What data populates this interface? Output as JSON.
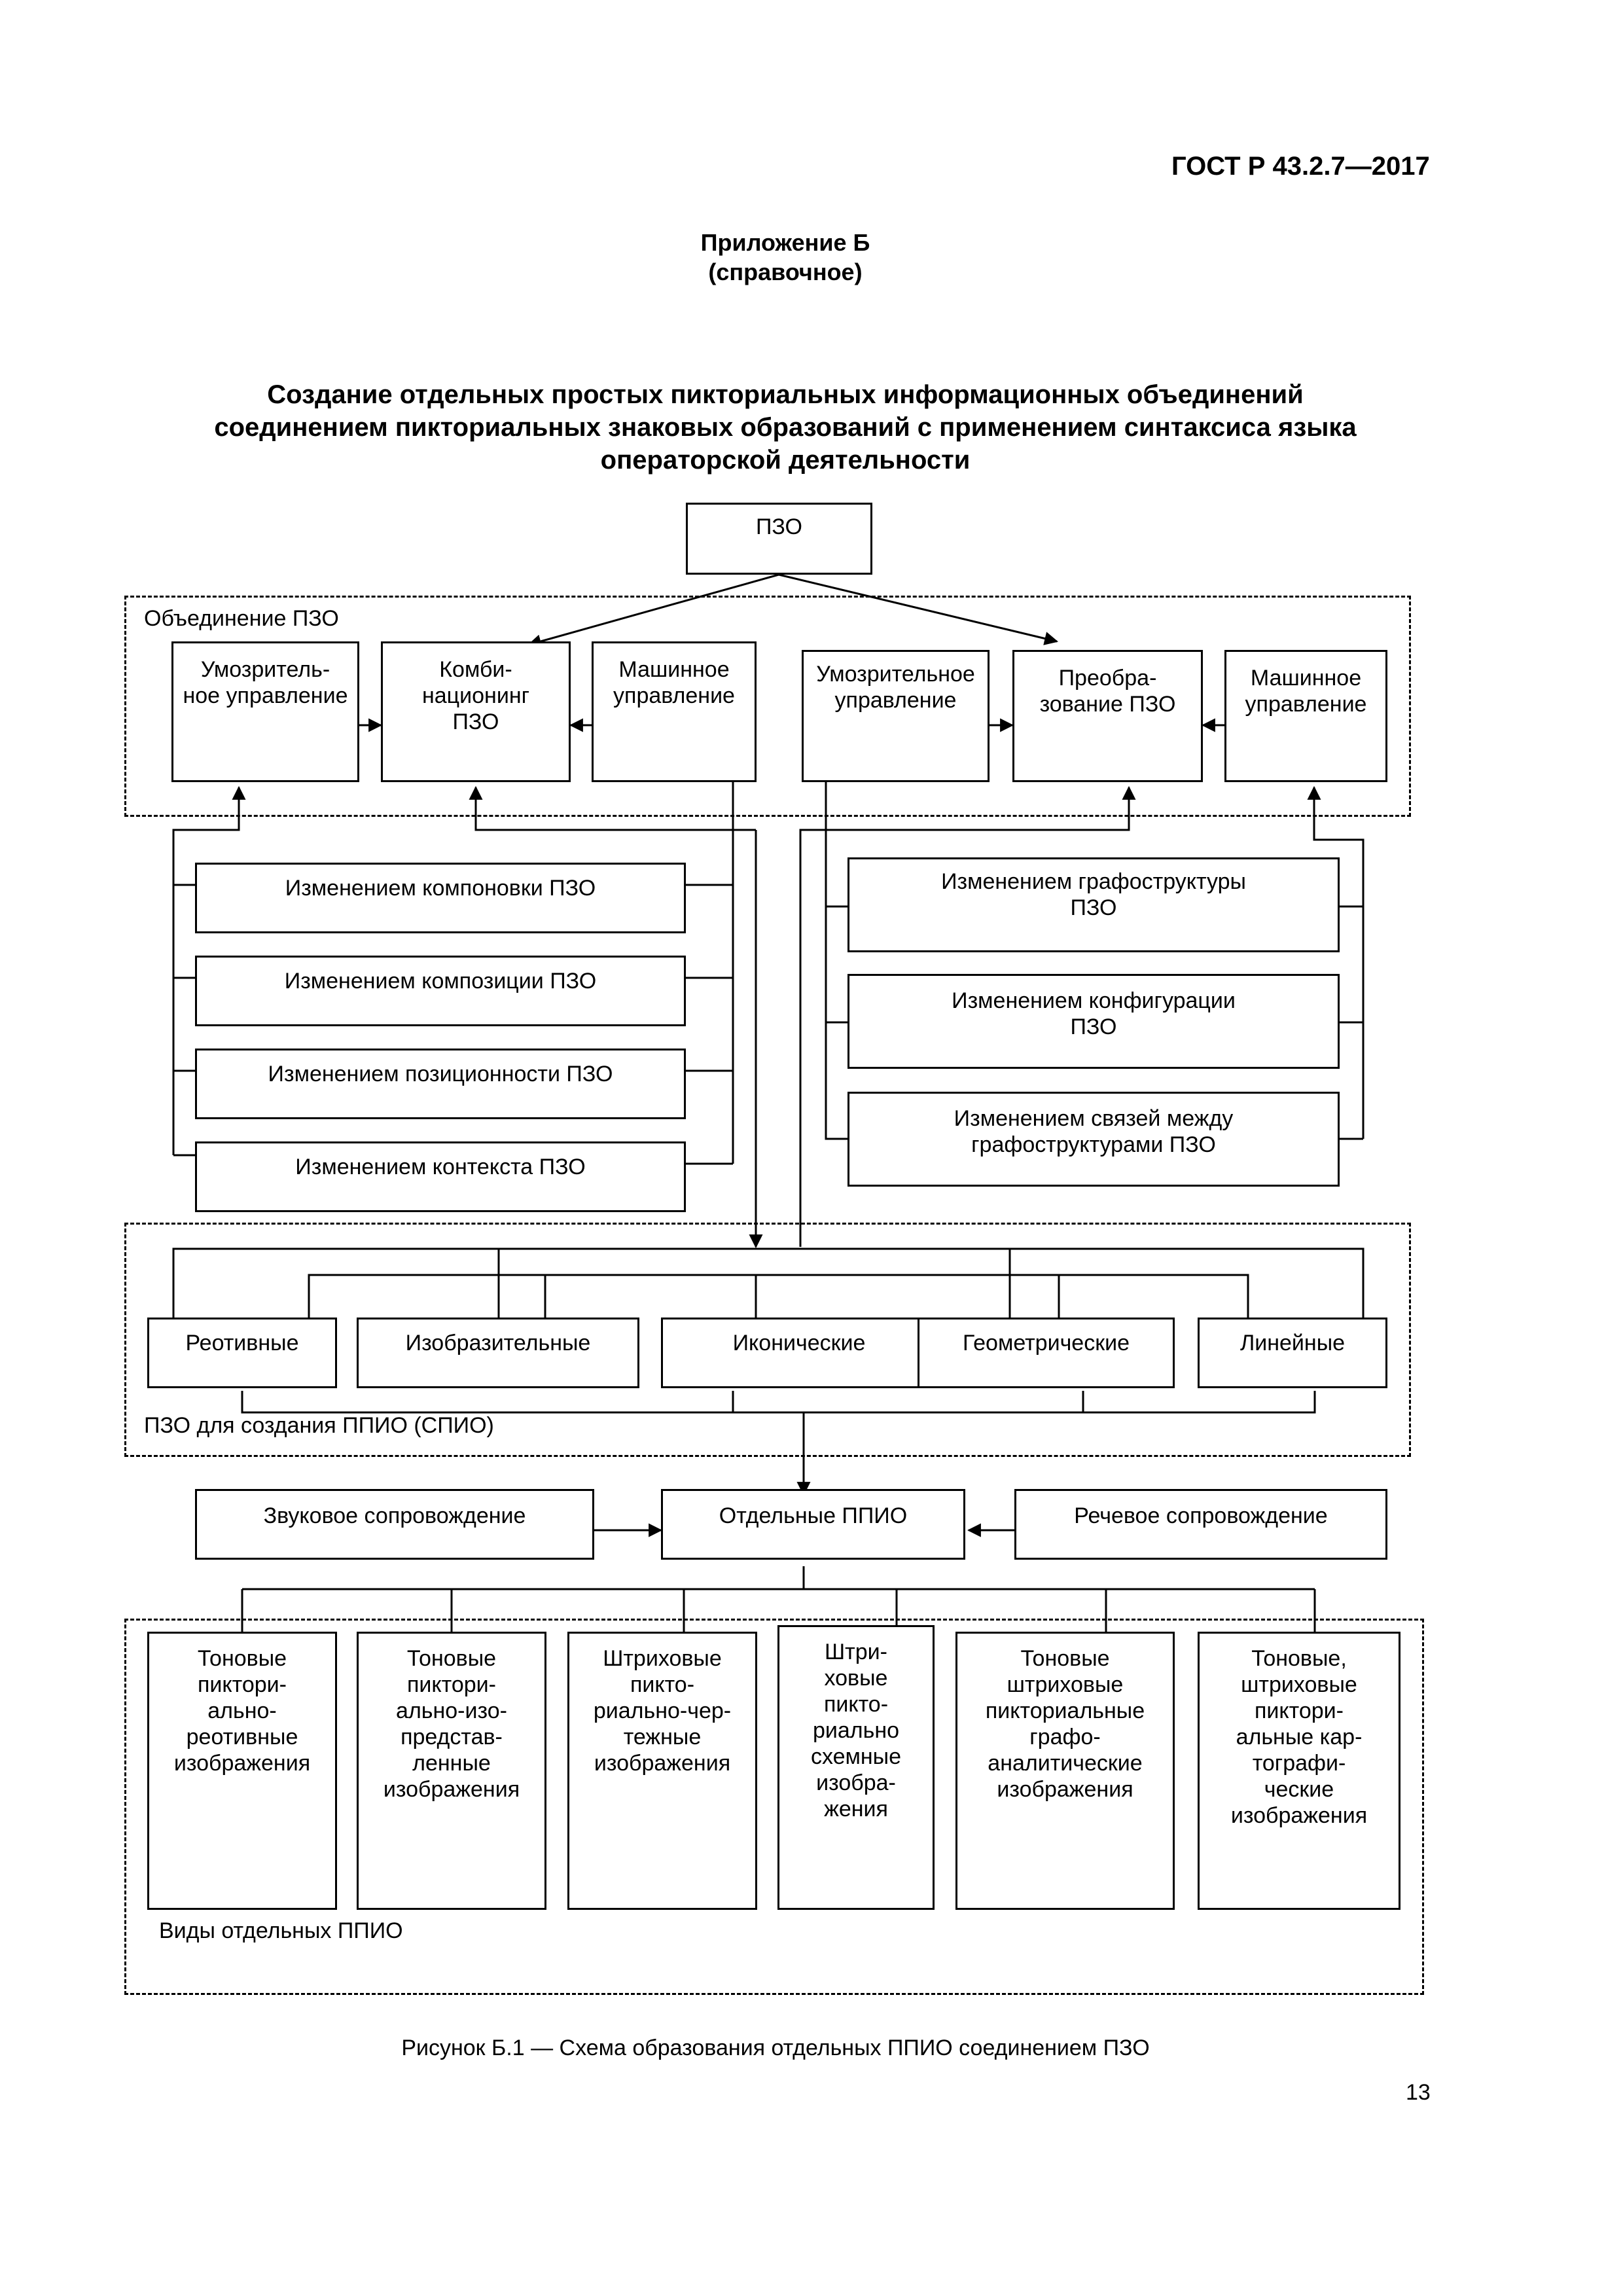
{
  "header": {
    "doc_code": "ГОСТ Р 43.2.7—2017"
  },
  "appendix": {
    "title": "Приложение Б",
    "subtitle": "(справочное)"
  },
  "heading": {
    "line1": "Создание отдельных простых пикториальных информационных объединений",
    "line2": "соединением пикториальных знаковых образований с применением синтаксиса языка",
    "line3": "операторской деятельности"
  },
  "diagram": {
    "root": "ПЗО",
    "group1": {
      "label": "Объединение  ПЗО",
      "speculative_left": "Умозритель-\nное управление",
      "combining": "Комби-\nнационинг\nПЗО",
      "machine_left": "Машинное\nуправление",
      "speculative_right": "Умозрительное\nуправление",
      "transform": "Преобра-\nзование ПЗО",
      "machine_right": "Машинное\nуправление"
    },
    "changes_left": [
      "Изменением компоновки ПЗО",
      "Изменением композиции ПЗО",
      "Изменением позиционности ПЗО",
      "Изменением контекста ПЗО"
    ],
    "changes_right": [
      "Изменением  графоструктуры\nПЗО",
      "Изменением конфигурации\nПЗО",
      "Изменением связей между\nграфоструктурами ПЗО"
    ],
    "group2": {
      "label": "ПЗО для создания ППИО (СПИО)",
      "types": [
        "Реотивные",
        "Изобразительные",
        "Иконические",
        "Геометрические",
        "Линейные"
      ]
    },
    "sound": "Звуковое сопровождение",
    "separate": "Отдельные ППИО",
    "speech": "Речевое сопровождение",
    "group3": {
      "label": "Виды отдельных ППИО",
      "kinds": [
        "Тоновые\nпиктори-\nально-\nреотивные\nизображения",
        "Тоновые\nпиктори-\nально-изо-\nпредстав-\nленные\nизображения",
        "Штриховые\nпикто-\nриально-чер-\nтежные\nизображения",
        "Штри-\nховые\nпикто-\nриально\nсхемные\nизобра-\nжения",
        "Тоновые\nштриховые\nпикториальные\nграфо-\nаналитические\nизображения",
        "Тоновые,\nштриховые\nпиктори-\nальные кар-\nтографи-\nческие\nизображения"
      ]
    }
  },
  "caption": "Рисунок Б.1 — Схема образования отдельных ППИО соединением ПЗО",
  "page_number": "13"
}
